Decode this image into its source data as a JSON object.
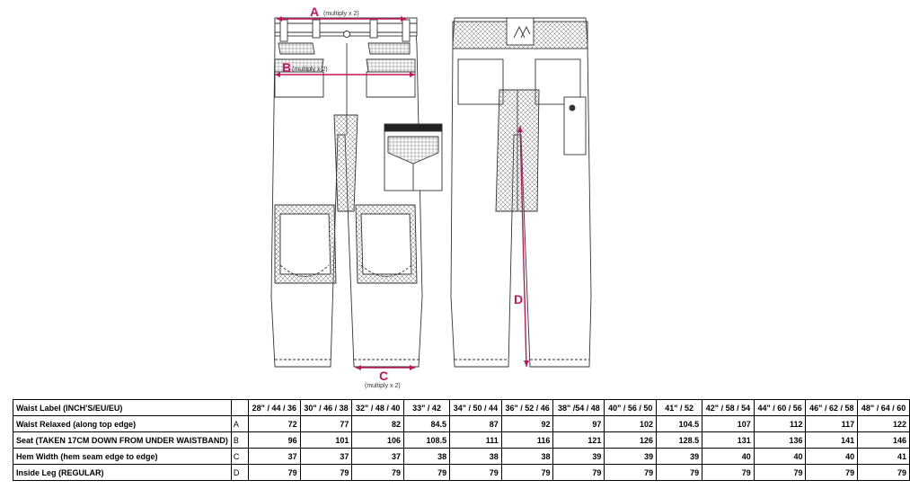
{
  "annotations": {
    "a": {
      "letter": "A",
      "note": "(multiply x 2)"
    },
    "b": {
      "letter": "B",
      "note": "(multiply x 2)"
    },
    "c": {
      "letter": "C",
      "note": "(multiply x 2)"
    },
    "d": {
      "letter": "D"
    }
  },
  "colors": {
    "accent": "#c2185b",
    "line": "#333333"
  },
  "table": {
    "header_label": "Waist Label (INCH'S/EU/EU)",
    "sizes": [
      "28\" / 44 / 36",
      "30\" / 46 / 38",
      "32\" / 48 / 40",
      "33\" / 42",
      "34\" / 50 / 44",
      "36\" / 52 / 46",
      "38\" /54 / 48",
      "40\" / 56 / 50",
      "41\" / 52",
      "42\" / 58 / 54",
      "44\" / 60 / 56",
      "46\" / 62 / 58",
      "48\" / 64 / 60"
    ],
    "rows": [
      {
        "label": "Waist Relaxed (along top edge)",
        "letter": "A",
        "values": [
          "72",
          "77",
          "82",
          "84.5",
          "87",
          "92",
          "97",
          "102",
          "104.5",
          "107",
          "112",
          "117",
          "122"
        ]
      },
      {
        "label": "Seat (TAKEN 17CM DOWN FROM UNDER WAISTBAND)",
        "letter": "B",
        "values": [
          "96",
          "101",
          "106",
          "108.5",
          "111",
          "116",
          "121",
          "126",
          "128.5",
          "131",
          "136",
          "141",
          "146"
        ]
      },
      {
        "label": "Hem Width (hem seam edge to edge)",
        "letter": "C",
        "values": [
          "37",
          "37",
          "37",
          "38",
          "38",
          "38",
          "39",
          "39",
          "39",
          "40",
          "40",
          "40",
          "41"
        ]
      },
      {
        "label": "Inside Leg (REGULAR)",
        "letter": "D",
        "values": [
          "79",
          "79",
          "79",
          "79",
          "79",
          "79",
          "79",
          "79",
          "79",
          "79",
          "79",
          "79",
          "79"
        ]
      }
    ]
  }
}
